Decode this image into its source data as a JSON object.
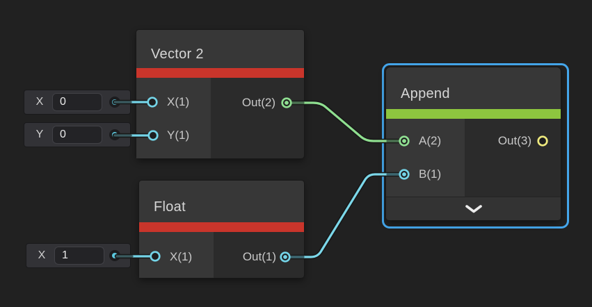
{
  "graph": {
    "background_color": "#212121",
    "selection_color": "#45A7EC",
    "nodes": [
      {
        "title": "Vector 2",
        "accent_color": "#C9352B",
        "selected": false,
        "inputs": [
          {
            "label": "X(1)",
            "port_color": "#74D4E7",
            "connected": false
          },
          {
            "label": "Y(1)",
            "port_color": "#74D4E7",
            "connected": false
          }
        ],
        "outputs": [
          {
            "label": "Out(2)",
            "port_color": "#90E092",
            "connected": true
          }
        ]
      },
      {
        "title": "Float",
        "accent_color": "#C9352B",
        "selected": false,
        "inputs": [
          {
            "label": "X(1)",
            "port_color": "#74D4E7",
            "connected": false
          }
        ],
        "outputs": [
          {
            "label": "Out(1)",
            "port_color": "#74D4E7",
            "connected": true
          }
        ]
      },
      {
        "title": "Append",
        "accent_color": "#8DC63F",
        "selected": true,
        "inputs": [
          {
            "label": "A(2)",
            "port_color": "#90E092",
            "connected": true
          },
          {
            "label": "B(1)",
            "port_color": "#74D4E7",
            "connected": true
          }
        ],
        "outputs": [
          {
            "label": "Out(3)",
            "port_color": "#EEE97E",
            "connected": false
          }
        ],
        "has_collapse_chevron": true
      }
    ],
    "port_value_widgets": [
      {
        "label": "X",
        "value": "0",
        "attached_to": "Vector 2.X(1)"
      },
      {
        "label": "Y",
        "value": "0",
        "attached_to": "Vector 2.Y(1)"
      },
      {
        "label": "X",
        "value": "1",
        "attached_to": "Float.X(1)"
      }
    ],
    "edges": [
      {
        "from": "Vector 2.Out(2)",
        "to": "Append.A(2)",
        "color": "#8FDF90"
      },
      {
        "from": "Float.Out(1)",
        "to": "Append.B(1)",
        "color": "#7CD8EA"
      }
    ]
  }
}
